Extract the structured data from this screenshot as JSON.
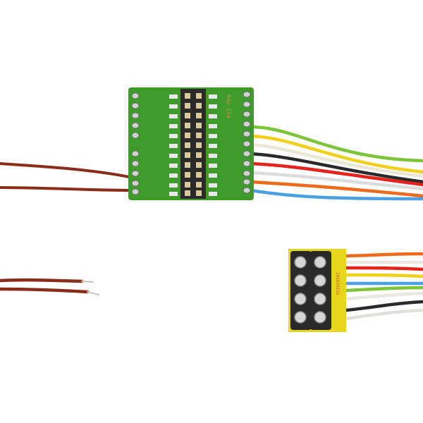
{
  "scene": {
    "description": "Product photo: model railway decoder adapter boards with wires on white background",
    "background": "#ffffff"
  },
  "main_board": {
    "label": "Adp-21a",
    "pcb_color": "#3f9a2c",
    "header_color": "#2a2a2a",
    "pin_rows": 11,
    "wire_colors": [
      "#7cc43a",
      "#f2cf1c",
      "#f4f0e6",
      "#2a2a2a",
      "#e6221c",
      "#f2f2f2",
      "#ee6a1c",
      "#4aa0e0"
    ]
  },
  "small_board": {
    "label": "Z0S0Z0Z3A",
    "pcb_color": "#e8d61c",
    "socket_count": 8,
    "wire_colors": [
      "#ee6a1c",
      "#f4f2ee",
      "#e6221c",
      "#f2cf1c",
      "#4aa0e0",
      "#7cc43a",
      "#f4f2ee",
      "#2a2a2a",
      "#e8e6e0"
    ]
  },
  "loose_wires": {
    "color": "#8a2c1a",
    "count": 2
  }
}
